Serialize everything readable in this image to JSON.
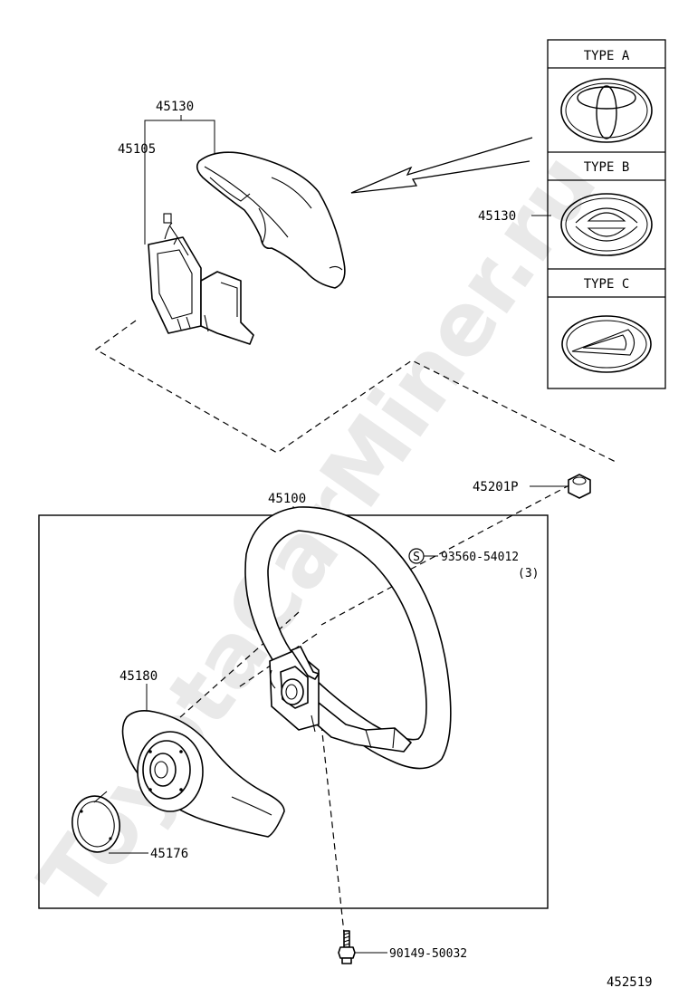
{
  "watermark": "ToyotaCarMiner.ru",
  "types": [
    {
      "label": "TYPE  A",
      "emblem": "toyota-emblem-icon"
    },
    {
      "label": "TYPE  B",
      "emblem": "daihatsu-oval-emblem-icon"
    },
    {
      "label": "TYPE  C",
      "emblem": "daihatsu-d-emblem-icon"
    }
  ],
  "parts": {
    "pad_assy": "45130",
    "pad_assy_type_ref": "45130",
    "pad_sub": "45105",
    "wheel_assy": "45100",
    "nut": "45201P",
    "screw": "93560-54012",
    "screw_qty": "(3)",
    "cover": "45180",
    "ring": "45176",
    "bolt": "90149-50032"
  },
  "figure_number": "452519"
}
